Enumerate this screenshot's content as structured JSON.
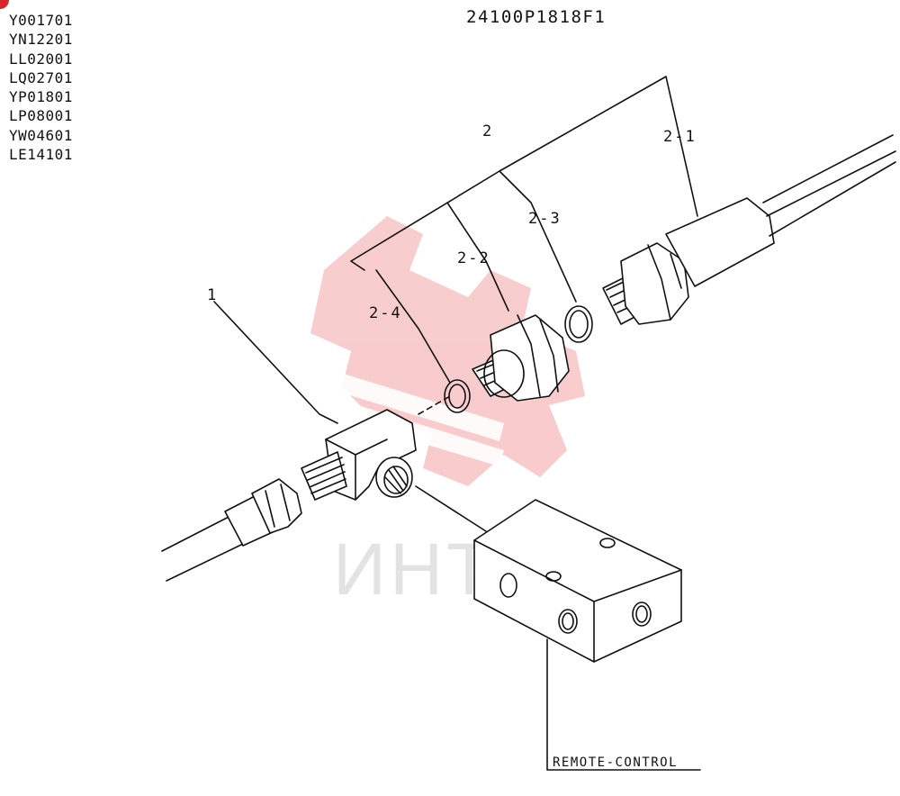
{
  "document": {
    "part_codes": [
      "Y001701",
      "YN12201",
      "LL02001",
      "LQ02701",
      "YP01801",
      "LP08001",
      "YW04601",
      "LE14101"
    ],
    "diagram_number": "24100P1818F1"
  },
  "callouts": {
    "item_1": "1",
    "item_2": "2",
    "item_2_1": "2-1",
    "item_2_2": "2-2",
    "item_2_3": "2-3",
    "item_2_4": "2-4",
    "remote_control": "REMOTE-CONTROL"
  },
  "watermark": {
    "text": "ИНТЕХ",
    "color": "#f3a9ab"
  },
  "colors": {
    "line": "#111111",
    "corner_mark": "#d9262b"
  }
}
